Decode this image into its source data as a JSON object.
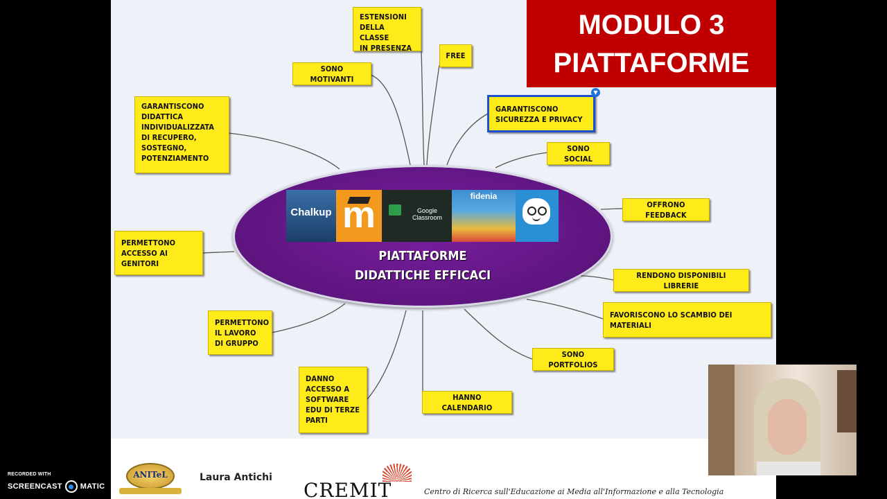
{
  "title": "MODULO 3\nPIATTAFORME",
  "center_label": "PIATTAFORME\nDIDATTICHE EFFICACI",
  "logos": [
    {
      "name": "chalkup",
      "text": "Chalkup"
    },
    {
      "name": "moodle",
      "text": "m"
    },
    {
      "name": "google-classroom",
      "text": "Google Classroom"
    },
    {
      "name": "fidenia",
      "text": "fidenia"
    },
    {
      "name": "edmodo",
      "text": ""
    }
  ],
  "nodes": {
    "estensioni": "ESTENSIONI\nDELLA CLASSE\nIN PRESENZA",
    "free": "FREE",
    "sono_motivanti": "SONO MOTIVANTI",
    "garantiscono_didattica": "GARANTISCONO\nDIDATTICA\nINDIVIDUALIZZATA\nDI RECUPERO,\nSOSTEGNO,\nPOTENZIAMENTO",
    "garantiscono_sicurezza": "GARANTISCONO\nSICUREZZA E PRIVACY",
    "sono_social": "SONO SOCIAL",
    "offrono_feedback": "OFFRONO FEEDBACK",
    "permettono_genitori": "PERMETTONO\nACCESSO AI\nGENITORI",
    "rendono_librerie": "RENDONO DISPONIBILI LIBRERIE",
    "favoriscono_scambio": "FAVORISCONO LO SCAMBIO DEI\nMATERIALI",
    "permettono_gruppo": "PERMETTONO\nIL LAVORO\nDI GRUPPO",
    "sono_portfolios": "SONO PORTFOLIOS",
    "danno_accesso": "DANNO\nACCESSO A\nSOFTWARE\nEDU DI TERZE\nPARTI",
    "hanno_calendario": "HANNO CALENDARIO"
  },
  "footer": {
    "anitel": "ANITeL",
    "author": "Laura Antichi",
    "cremit": "CREMIT",
    "cremit_full": "Centro di Ricerca sull'Educazione ai Media all'Informazione e alla Tecnologia"
  },
  "recorder": {
    "recorded_with": "RECORDED WITH",
    "screencast": "SCREENCAST",
    "matic": "MATIC"
  },
  "colors": {
    "node_fill": "#ffea1a",
    "title_fill": "#c00000",
    "center_fill": "#5e1580",
    "selection": "#1f4fd1",
    "cremit_red": "#c0392b"
  }
}
